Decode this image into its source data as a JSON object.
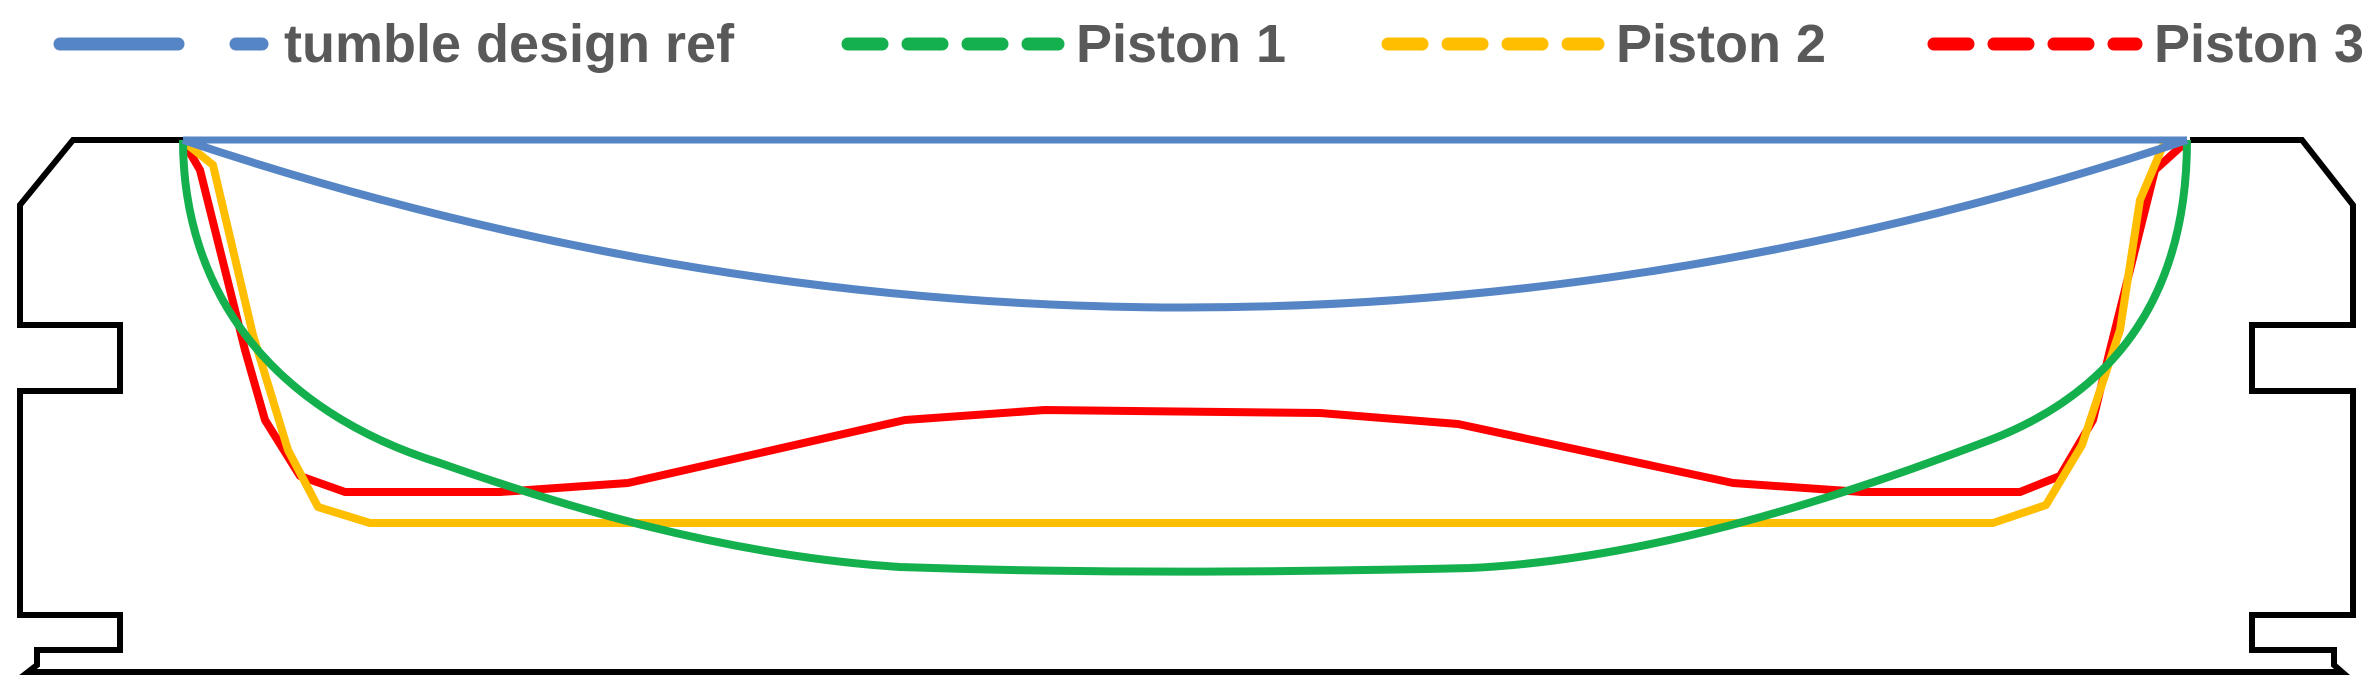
{
  "legend": [
    {
      "label": "tumble design ref",
      "color": "#5585C4",
      "dash": "solid"
    },
    {
      "label": "Piston 1",
      "color": "#14B04E",
      "dash": "dashed"
    },
    {
      "label": "Piston 2",
      "color": "#FFBE00",
      "dash": "dashed"
    },
    {
      "label": "Piston 3",
      "color": "#FF0000",
      "dash": "dashed"
    }
  ],
  "colors": {
    "legend_text": "#595959",
    "outline": "#000000",
    "background": "#FFFFFF"
  }
}
